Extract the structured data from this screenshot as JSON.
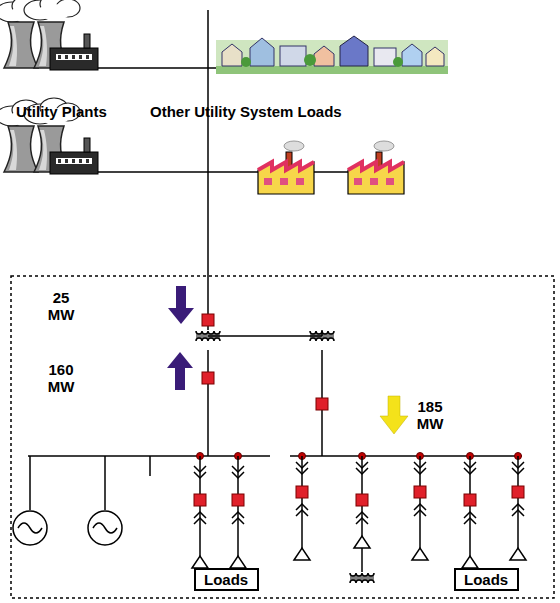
{
  "diagram": {
    "nodes": [
      {
        "text": [
          "Loads"
        ]
      },
      {
        "text": [
          "Loads"
        ]
      }
    ],
    "labels": [
      "Utility Plants",
      "Other Utility System Loads",
      "25 MW",
      "160 MW",
      "185 MW"
    ]
  }
}
